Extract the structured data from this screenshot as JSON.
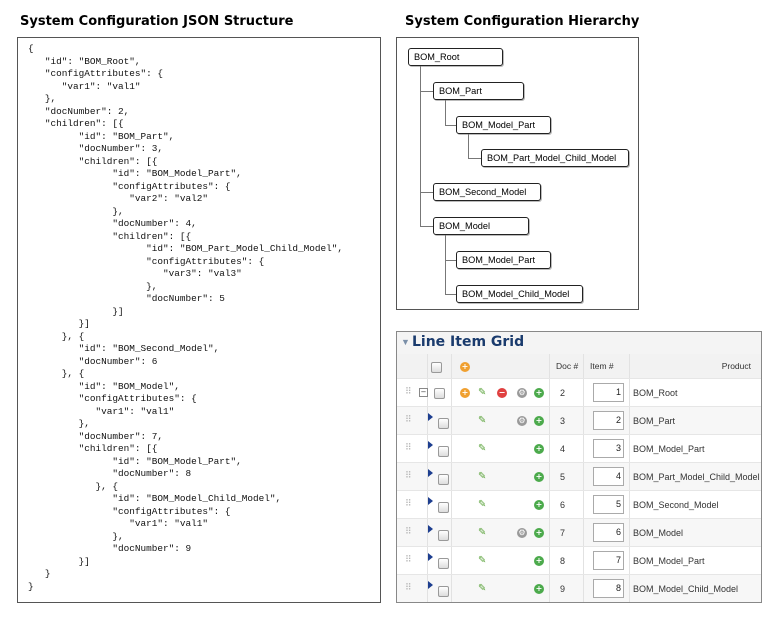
{
  "json_section": {
    "title": "System Configuration JSON Structure",
    "code_lines": [
      "{",
      "   \"id\": \"BOM_Root\",",
      "   \"configAttributes\": {",
      "      \"var1\": \"val1\"",
      "   },",
      "   \"docNumber\": 2,",
      "   \"children\": [{",
      "         \"id\": \"BOM_Part\",",
      "         \"docNumber\": 3,",
      "         \"children\": [{",
      "               \"id\": \"BOM_Model_Part\",",
      "               \"configAttributes\": {",
      "                  \"var2\": \"val2\"",
      "               },",
      "               \"docNumber\": 4,",
      "               \"children\": [{",
      "                     \"id\": \"BOM_Part_Model_Child_Model\",",
      "                     \"configAttributes\": {",
      "                        \"var3\": \"val3\"",
      "                     },",
      "                     \"docNumber\": 5",
      "               }]",
      "         }]",
      "      }, {",
      "         \"id\": \"BOM_Second_Model\",",
      "         \"docNumber\": 6",
      "      }, {",
      "         \"id\": \"BOM_Model\",",
      "         \"configAttributes\": {",
      "            \"var1\": \"val1\"",
      "         },",
      "         \"docNumber\": 7,",
      "         \"children\": [{",
      "               \"id\": \"BOM_Model_Part\",",
      "               \"docNumber\": 8",
      "            }, {",
      "               \"id\": \"BOM_Model_Child_Model\",",
      "               \"configAttributes\": {",
      "                  \"var1\": \"val1\"",
      "               },",
      "               \"docNumber\": 9",
      "         }]",
      "   }",
      "}"
    ]
  },
  "hierarchy_section": {
    "title": "System Configuration Hierarchy",
    "nodes": [
      {
        "label": "BOM_Root",
        "depth": 0
      },
      {
        "label": "BOM_Part",
        "depth": 1
      },
      {
        "label": "BOM_Model_Part",
        "depth": 2
      },
      {
        "label": "BOM_Part_Model_Child_Model",
        "depth": 3
      },
      {
        "label": "BOM_Second_Model",
        "depth": 1
      },
      {
        "label": "BOM_Model",
        "depth": 1
      },
      {
        "label": "BOM_Model_Part",
        "depth": 2
      },
      {
        "label": "BOM_Model_Child_Model",
        "depth": 2
      }
    ]
  },
  "grid": {
    "title": "Line Item Grid",
    "collapse_glyph": "▼",
    "columns": {
      "doc": "Doc #",
      "item": "Item #",
      "product": "Product"
    },
    "rows": [
      {
        "doc": "2",
        "item": "1",
        "product": "BOM_Root",
        "expander": "minus",
        "icons": [
          "add",
          "edit",
          "delete",
          "gear",
          "plus"
        ]
      },
      {
        "doc": "3",
        "item": "2",
        "product": "BOM_Part",
        "expander": "arrow",
        "icons": [
          "edit",
          "gear",
          "plus"
        ]
      },
      {
        "doc": "4",
        "item": "3",
        "product": "BOM_Model_Part",
        "expander": "arrow",
        "icons": [
          "edit",
          "plus"
        ]
      },
      {
        "doc": "5",
        "item": "4",
        "product": "BOM_Part_Model_Child_Model",
        "expander": "arrow",
        "icons": [
          "edit",
          "plus"
        ]
      },
      {
        "doc": "6",
        "item": "5",
        "product": "BOM_Second_Model",
        "expander": "arrow",
        "icons": [
          "edit",
          "plus"
        ]
      },
      {
        "doc": "7",
        "item": "6",
        "product": "BOM_Model",
        "expander": "arrow",
        "icons": [
          "edit",
          "gear",
          "plus"
        ]
      },
      {
        "doc": "8",
        "item": "7",
        "product": "BOM_Model_Part",
        "expander": "arrow",
        "icons": [
          "edit",
          "plus"
        ]
      },
      {
        "doc": "9",
        "item": "8",
        "product": "BOM_Model_Child_Model",
        "expander": "arrow",
        "icons": [
          "edit",
          "plus"
        ]
      }
    ]
  }
}
